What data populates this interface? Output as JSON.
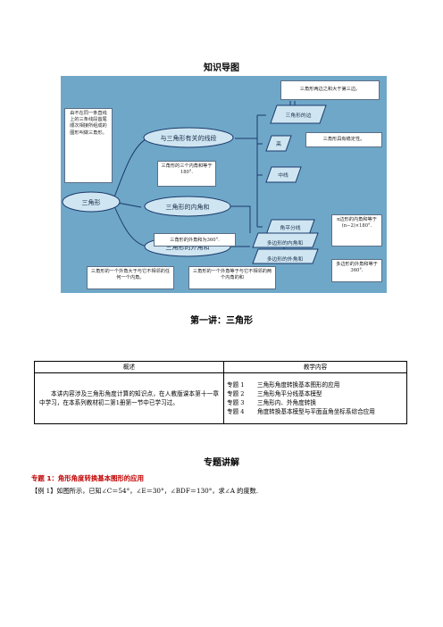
{
  "page": {
    "mindmap_title": "知识导图",
    "lecture_title": "第一讲：三角形",
    "lecture_section_title": "专题讲解"
  },
  "mindmap": {
    "root": "三角形",
    "branch_relations": "与三角形有关的线段",
    "branch_interior": "三角形的内角和",
    "branch_exterior": "三角形的外角和",
    "node_sides": "三角形的边",
    "node_altitude": "高",
    "node_median": "中线",
    "node_bisector": "角平分线",
    "node_polygon_interior": "多边形的内角和",
    "node_polygon_exterior": "多边形的外角和",
    "note_definition": "由不在同一条直线上的三条线段首尾顺次相接所组成的图形叫做三角形。",
    "note_sides": "三角形两边之和大于第三边。",
    "note_stability": "三角形具有稳定性。",
    "note_interior_sum": "三角形的三个内角和等于180°.",
    "note_exterior_sum": "三角形的外角和为360°.",
    "note_polygon_interior": "n边形的内角和等于(n−2)×180°.",
    "note_polygon_exterior": "多边形的外角和等于360°.",
    "note_exterior_gt": "三角形的一个外角大于与它不相邻的任何一个内角。",
    "note_exterior_eq": "三角形的一个外角等于与它不相邻的两个内角的和"
  },
  "overview_table": {
    "header_left": "概述",
    "header_right": "教学内容",
    "overview_text": "本讲内容涉及三角形角度计算的知识点，在人教版课本第十一章中学习，在本系列教材初二第1册第一节中已学习过。",
    "topics": [
      {
        "no": "专题 1",
        "title": "三角形角度转换基本图形的应用"
      },
      {
        "no": "专题 2",
        "title": "三角形角平分线基本模型"
      },
      {
        "no": "专题 3",
        "title": "三角形内、外角度转换"
      },
      {
        "no": "专题 4",
        "title": "角度转换基本模型与平面直角坐标系综合应用"
      }
    ]
  },
  "section": {
    "title": "专题 1：角形角度转换基本图形的应用",
    "example": "【例 1】如图所示，已知∠C＝54°，∠E＝30°，∠BDF＝130°，求∠A 的度数."
  },
  "colors": {
    "map_background": "#6fa7c8",
    "node_fill": "#cfe6f2",
    "connector": "#1b3a6b",
    "note_border": "#5b6f86",
    "section_title": "#c00000"
  }
}
